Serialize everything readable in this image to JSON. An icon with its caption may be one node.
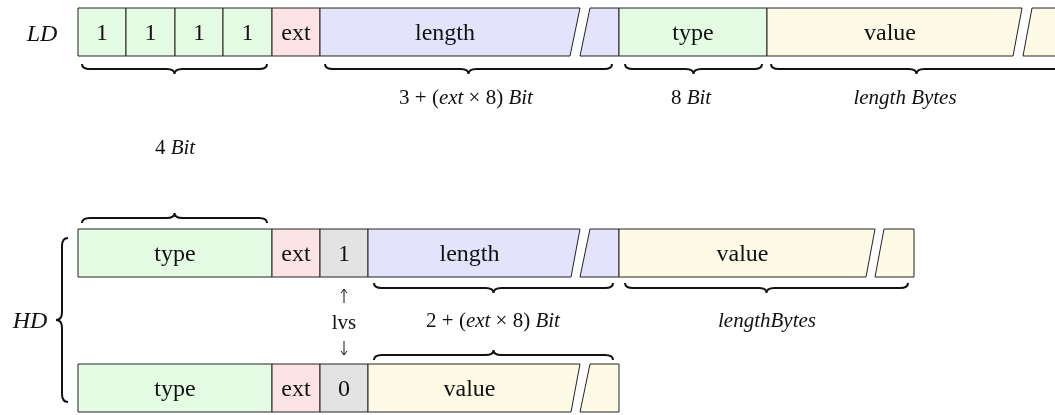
{
  "diagram": {
    "nodes": [
      {
        "text": [
          "1"
        ]
      },
      {
        "text": [
          "1"
        ]
      },
      {
        "text": [
          "1"
        ]
      },
      {
        "text": [
          "1"
        ]
      },
      {
        "text": [
          "ext"
        ]
      },
      {
        "text": [
          "length"
        ]
      },
      {
        "text": [],
        "shape": "box"
      },
      {
        "text": [
          "type"
        ]
      },
      {
        "text": [
          "value"
        ]
      },
      {
        "text": [],
        "shape": "box"
      },
      {
        "text": [
          "type"
        ]
      },
      {
        "text": [
          "ext"
        ]
      },
      {
        "text": [
          "1"
        ]
      },
      {
        "text": [
          "length"
        ]
      },
      {
        "text": [],
        "shape": "box"
      },
      {
        "text": [
          "value"
        ]
      },
      {
        "text": [],
        "shape": "box"
      },
      {
        "text": [
          "type"
        ]
      },
      {
        "text": [
          "ext"
        ]
      },
      {
        "text": [
          "0"
        ]
      },
      {
        "text": [
          "value"
        ]
      },
      {
        "text": [],
        "shape": "box"
      }
    ],
    "labels": [
      "LD",
      "3 + (*ext* × 8) *Bit*",
      "8 *Bit*",
      "length Bytes",
      "4 *Bit*",
      "HD",
      "lvs",
      "2 + (*ext* × 8) *Bit*",
      "lengthBytes"
    ]
  }
}
